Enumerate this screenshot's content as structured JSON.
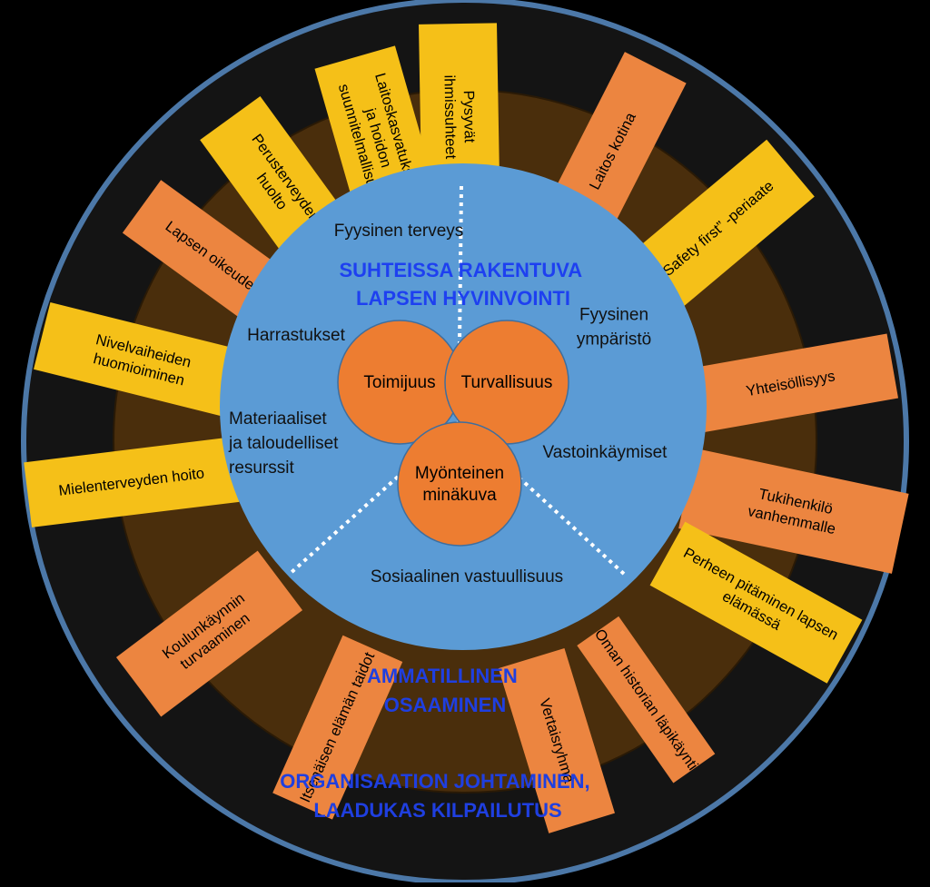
{
  "core": {
    "title_lines": [
      "SUHTEISSA RAKENTUVA",
      "LAPSEN HYVINVOINTI"
    ],
    "petals": [
      {
        "lines": [
          "Toimijuus"
        ]
      },
      {
        "lines": [
          "Turvallisuus"
        ]
      },
      {
        "lines": [
          "Myönteinen",
          "minäkuva"
        ]
      }
    ],
    "labels": [
      {
        "lines": [
          "Fyysinen terveys"
        ]
      },
      {
        "lines": [
          "Harrastukset"
        ]
      },
      {
        "lines": [
          "Fyysinen",
          "ympäristö"
        ]
      },
      {
        "lines": [
          "Materiaaliset",
          "ja taloudelliset",
          "resurssit"
        ]
      },
      {
        "lines": [
          "Vastoinkäymiset"
        ]
      },
      {
        "lines": [
          "Sosiaalinen vastuullisuus"
        ]
      }
    ]
  },
  "middle_ring": {
    "title_lines": [
      "AMMATILLINEN",
      "OSAAMINEN"
    ]
  },
  "outer_ring": {
    "title_lines": [
      "ORGANISAATION JOHTAMINEN,",
      "LAADUKAS KILPAILUTUS"
    ]
  },
  "bars": [
    {
      "lines": [
        "Pysyvät",
        "ihmissuhteet"
      ],
      "color": "#F5C018"
    },
    {
      "lines": [
        "Laitos kotina"
      ],
      "color": "#EC8540"
    },
    {
      "lines": [
        "”Safety first” -periaate"
      ],
      "color": "#F5C018"
    },
    {
      "lines": [
        "Yhteisöllisyys"
      ],
      "color": "#EC8540"
    },
    {
      "lines": [
        "Tukihenkilö",
        "vanhemmalle"
      ],
      "color": "#EC8540"
    },
    {
      "lines": [
        "Perheen pitäminen lapsen",
        "elämässä"
      ],
      "color": "#F5C018"
    },
    {
      "lines": [
        "Oman historian läpikäynti"
      ],
      "color": "#EC8540"
    },
    {
      "lines": [
        "Vertaisryhmä"
      ],
      "color": "#EC8540"
    },
    {
      "lines": [
        "Itsenäisen elämän taidot"
      ],
      "color": "#EC8540"
    },
    {
      "lines": [
        "Koulunkäynnin",
        "turvaaminen"
      ],
      "color": "#EC8540"
    },
    {
      "lines": [
        "Mielenterveyden hoito"
      ],
      "color": "#F5C018"
    },
    {
      "lines": [
        "Nivelvaiheiden",
        "huomioiminen"
      ],
      "color": "#F5C018"
    },
    {
      "lines": [
        "Lapsen oikeudet"
      ],
      "color": "#EC8540"
    },
    {
      "lines": [
        "Perusterveyden-",
        "huolto"
      ],
      "color": "#F5C018"
    },
    {
      "lines": [
        "Laitoskasvatuksen",
        "ja hoidon",
        "suunnitelmallisuus"
      ],
      "color": "#F5C018"
    }
  ],
  "colors": {
    "outer_ring": "#141414",
    "outer_border": "#4C78A8",
    "middle_ring": "#4A2E0C",
    "core": "#5B9BD5",
    "petal": "#ED7D31",
    "title_blue": "#1F3FE0"
  }
}
